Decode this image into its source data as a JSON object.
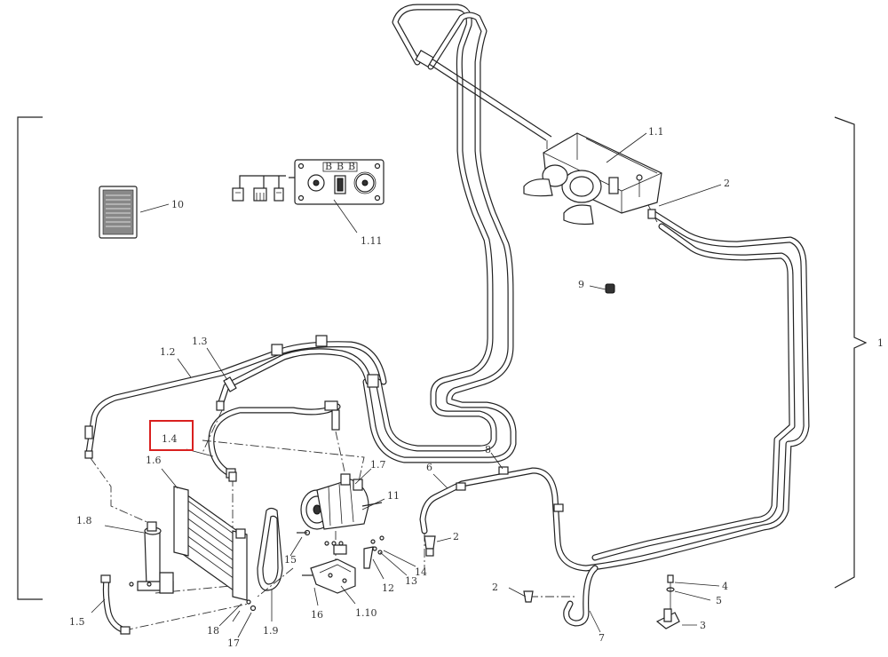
{
  "callouts": {
    "c_1": "1",
    "c_1_1": "1.1",
    "c_1_2": "1.2",
    "c_1_3": "1.3",
    "c_1_4": "1.4",
    "c_1_5": "1.5",
    "c_1_6": "1.6",
    "c_1_7": "1.7",
    "c_1_8": "1.8",
    "c_1_9": "1.9",
    "c_1_10": "1.10",
    "c_1_11": "1.11",
    "c_2a": "2",
    "c_2b": "2",
    "c_2c": "2",
    "c_3": "3",
    "c_4": "4",
    "c_5": "5",
    "c_6": "6",
    "c_7": "7",
    "c_8": "8",
    "c_9": "9",
    "c_10": "10",
    "c_11": "11",
    "c_12": "12",
    "c_13": "13",
    "c_14": "14",
    "c_15": "15",
    "c_16": "16",
    "c_17": "17",
    "c_18": "18"
  },
  "panel_switch_labels": [
    "B",
    "B",
    "B"
  ],
  "highlight": {
    "target": "1.4",
    "color": "#d9201f"
  }
}
